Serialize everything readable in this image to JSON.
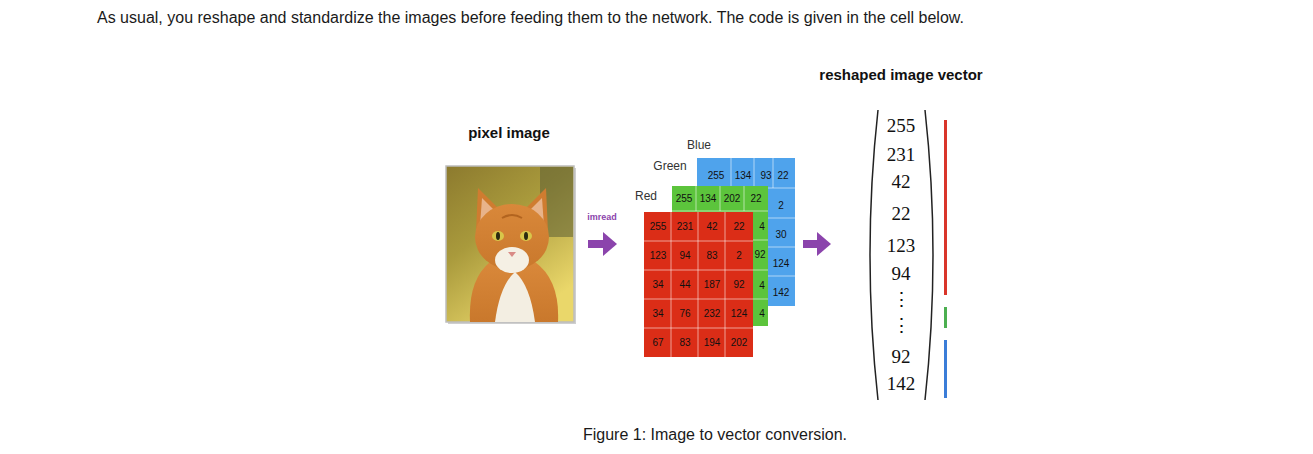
{
  "diagram": {
    "caption": "Figure 1: Image to vector conversion.",
    "nodes": [
      {
        "text": [
          "Blue",
          "255",
          "134",
          "93",
          "22",
          "2",
          "30",
          "124",
          "142"
        ]
      },
      {
        "text": [
          "Green",
          "255",
          "134",
          "202",
          "22",
          "4",
          "92",
          "4",
          "4"
        ]
      },
      {
        "text": [
          "Red",
          "255",
          "231",
          "42",
          "22",
          "123",
          "94",
          "83",
          "2",
          "34",
          "44",
          "187",
          "92",
          "34",
          "76",
          "232",
          "124",
          "67",
          "83",
          "194",
          "202"
        ]
      }
    ],
    "labels": [
      "As usual, you reshape and standardize the images before feeding them to the network. The code is given in the cell below.",
      "pixel image",
      "imread",
      "reshaped image vector",
      "255",
      "231",
      "42",
      "22",
      "123",
      "94",
      "⋮",
      "⋮",
      "92",
      "142"
    ]
  }
}
